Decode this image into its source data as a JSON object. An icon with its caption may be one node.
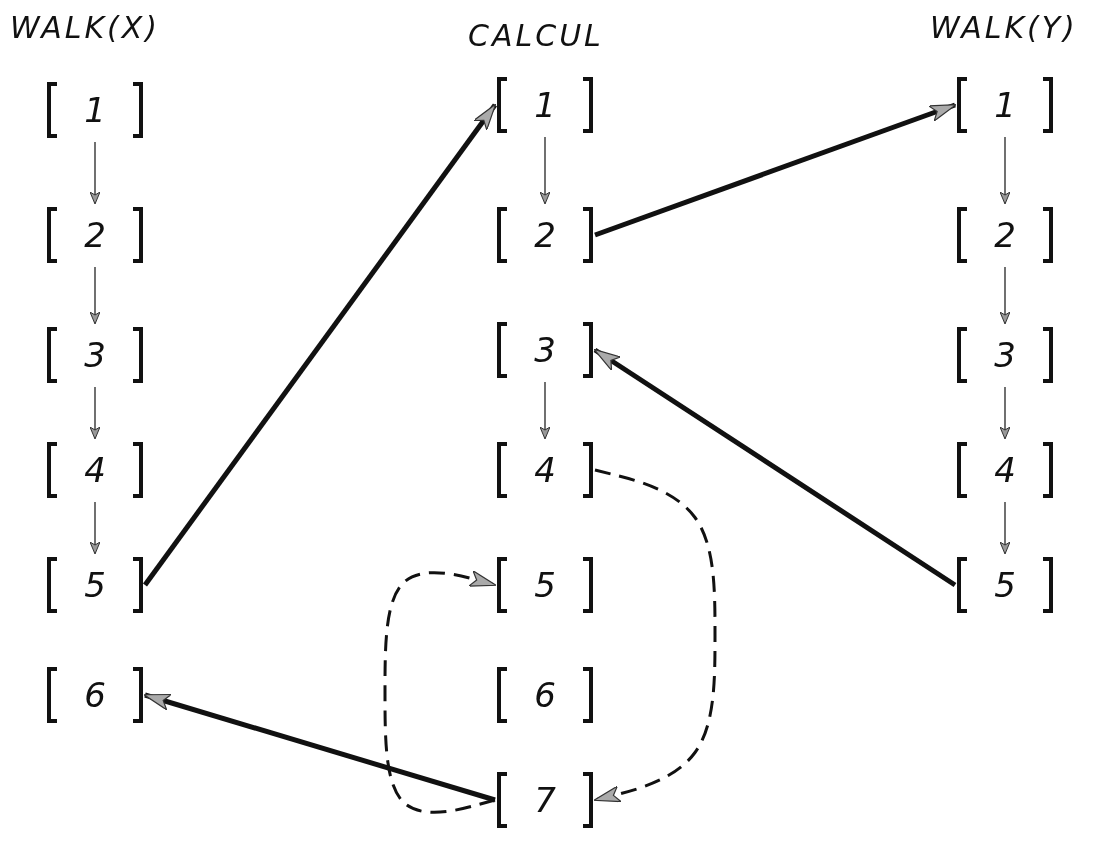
{
  "diagram": {
    "nodes": [
      {
        "text": [
          "1"
        ]
      },
      {
        "text": [
          "2"
        ]
      },
      {
        "text": [
          "3"
        ]
      },
      {
        "text": [
          "4"
        ]
      },
      {
        "text": [
          "5"
        ]
      },
      {
        "text": [
          "6"
        ]
      },
      {
        "text": [
          "1"
        ]
      },
      {
        "text": [
          "2"
        ]
      },
      {
        "text": [
          "3"
        ]
      },
      {
        "text": [
          "4"
        ]
      },
      {
        "text": [
          "5"
        ]
      },
      {
        "text": [
          "6"
        ]
      },
      {
        "text": [
          "7"
        ]
      },
      {
        "text": [
          "1"
        ]
      },
      {
        "text": [
          "2"
        ]
      },
      {
        "text": [
          "3"
        ]
      },
      {
        "text": [
          "4"
        ]
      },
      {
        "text": [
          "5"
        ]
      }
    ],
    "edges": [
      {
        "from": 0,
        "to": 1,
        "arrow": "to"
      },
      {
        "from": 1,
        "to": 2,
        "arrow": "to"
      },
      {
        "from": 2,
        "to": 3,
        "arrow": "to"
      },
      {
        "from": 3,
        "to": 4,
        "arrow": "to"
      },
      {
        "from": 6,
        "to": 7,
        "arrow": "to"
      },
      {
        "from": 8,
        "to": 9,
        "arrow": "to"
      },
      {
        "from": 13,
        "to": 14,
        "arrow": "to"
      },
      {
        "from": 14,
        "to": 15,
        "arrow": "to"
      },
      {
        "from": 15,
        "to": 16,
        "arrow": "to"
      },
      {
        "from": 16,
        "to": 17,
        "arrow": "to"
      },
      {
        "from": 4,
        "to": 6,
        "arrow": "to",
        "style": "thick"
      },
      {
        "from": 7,
        "to": 13,
        "arrow": "to",
        "style": "thick"
      },
      {
        "from": 17,
        "to": 8,
        "arrow": "to",
        "style": "thick"
      },
      {
        "from": 12,
        "to": 5,
        "arrow": "to",
        "style": "thick"
      },
      {
        "from": 9,
        "to": 12,
        "arrow": "to",
        "style": "dashed"
      },
      {
        "from": 12,
        "to": 10,
        "arrow": "to",
        "style": "dashed"
      }
    ],
    "labels": [
      "WALK(X)",
      "CALCUL",
      "WALK(Y)"
    ]
  }
}
